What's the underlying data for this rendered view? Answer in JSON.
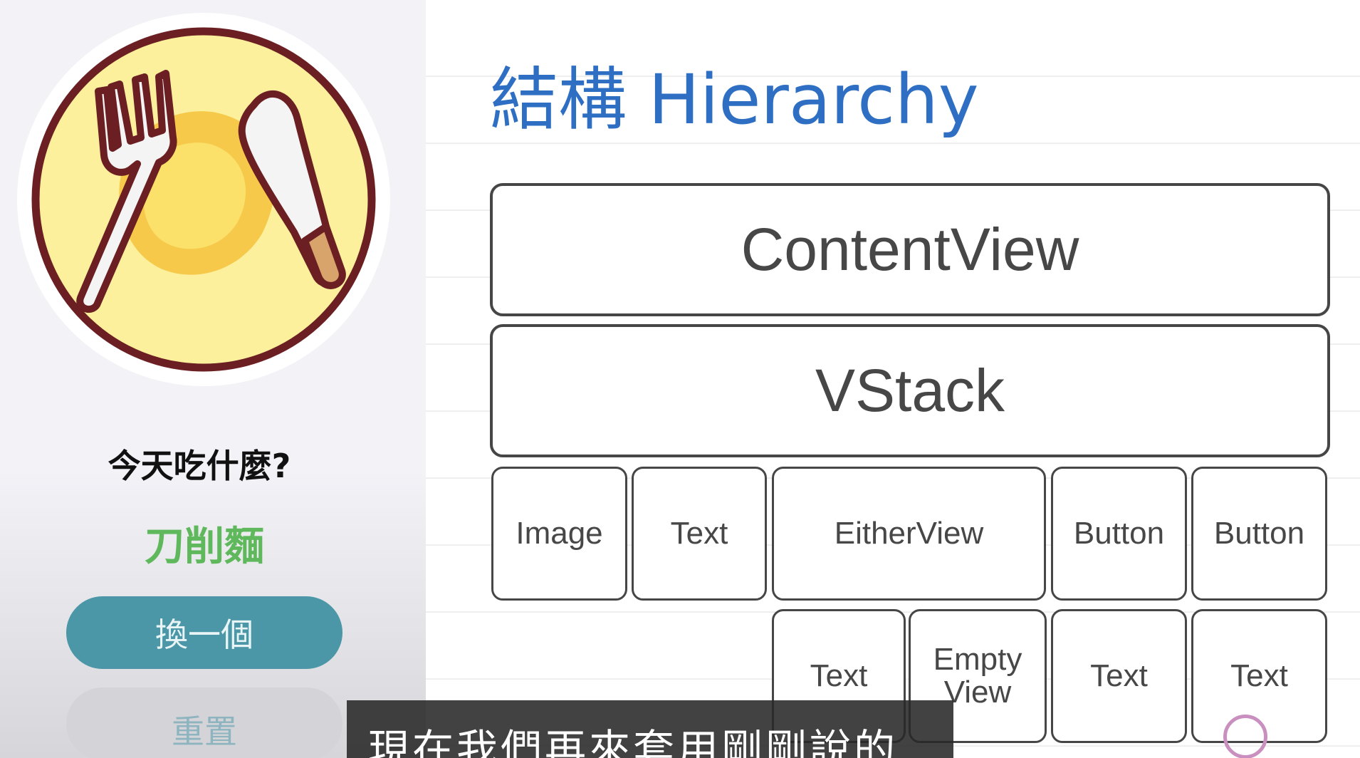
{
  "phone": {
    "question": "今天吃什麼?",
    "food_name": "刀削麵",
    "change_button": "換一個",
    "reset_button": "重置"
  },
  "slide": {
    "title": "結構 Hierarchy",
    "content_view": "ContentView",
    "vstack": "VStack",
    "children": [
      "Image",
      "Text",
      "EitherView",
      "Button",
      "Button"
    ],
    "grandchildren": [
      "Text",
      "Empty View",
      "Text",
      "Text"
    ]
  },
  "caption": "現在我們再來套用剛剛說的",
  "colors": {
    "title_blue": "#2e6fc4",
    "food_green": "#5fb85b",
    "button_teal": "#4b97a7"
  }
}
